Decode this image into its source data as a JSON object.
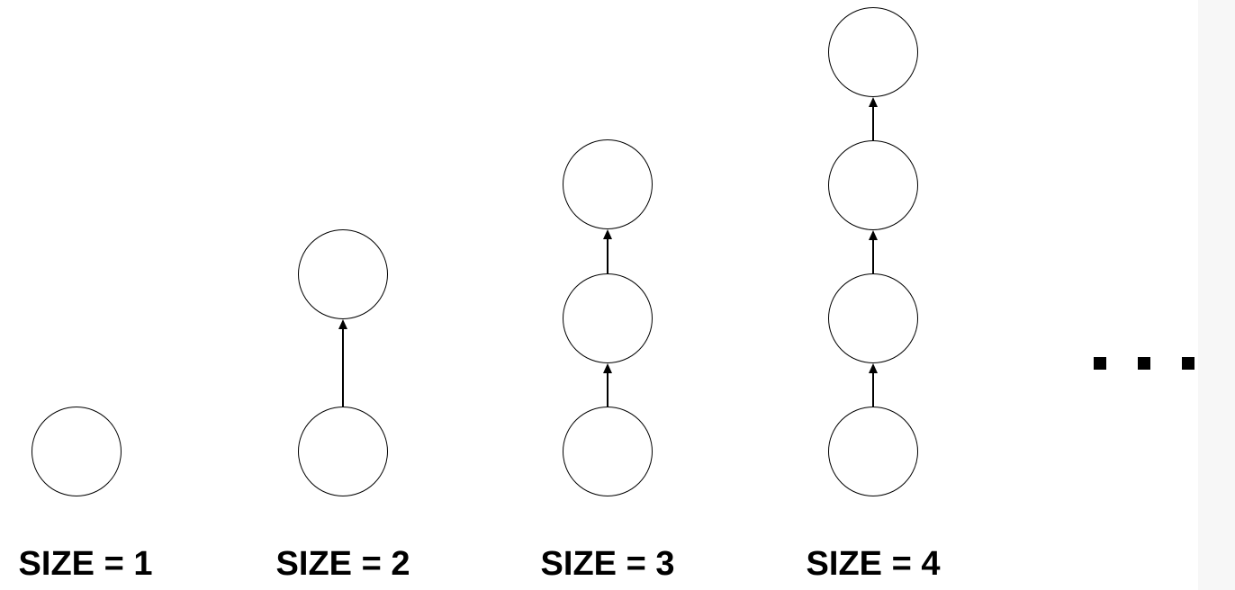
{
  "diagram": {
    "description": "chains of nodes of increasing size",
    "chains": [
      {
        "size": 1,
        "label": "SIZE = 1"
      },
      {
        "size": 2,
        "label": "SIZE = 2"
      },
      {
        "size": 3,
        "label": "SIZE = 3"
      },
      {
        "size": 4,
        "label": "SIZE = 4"
      }
    ],
    "ellipsis_dots": 3
  },
  "colors": {
    "background": "#ffffff",
    "stroke": "#000000",
    "label_text": "#000000",
    "right_edge_strip": "#f7f7f7"
  }
}
